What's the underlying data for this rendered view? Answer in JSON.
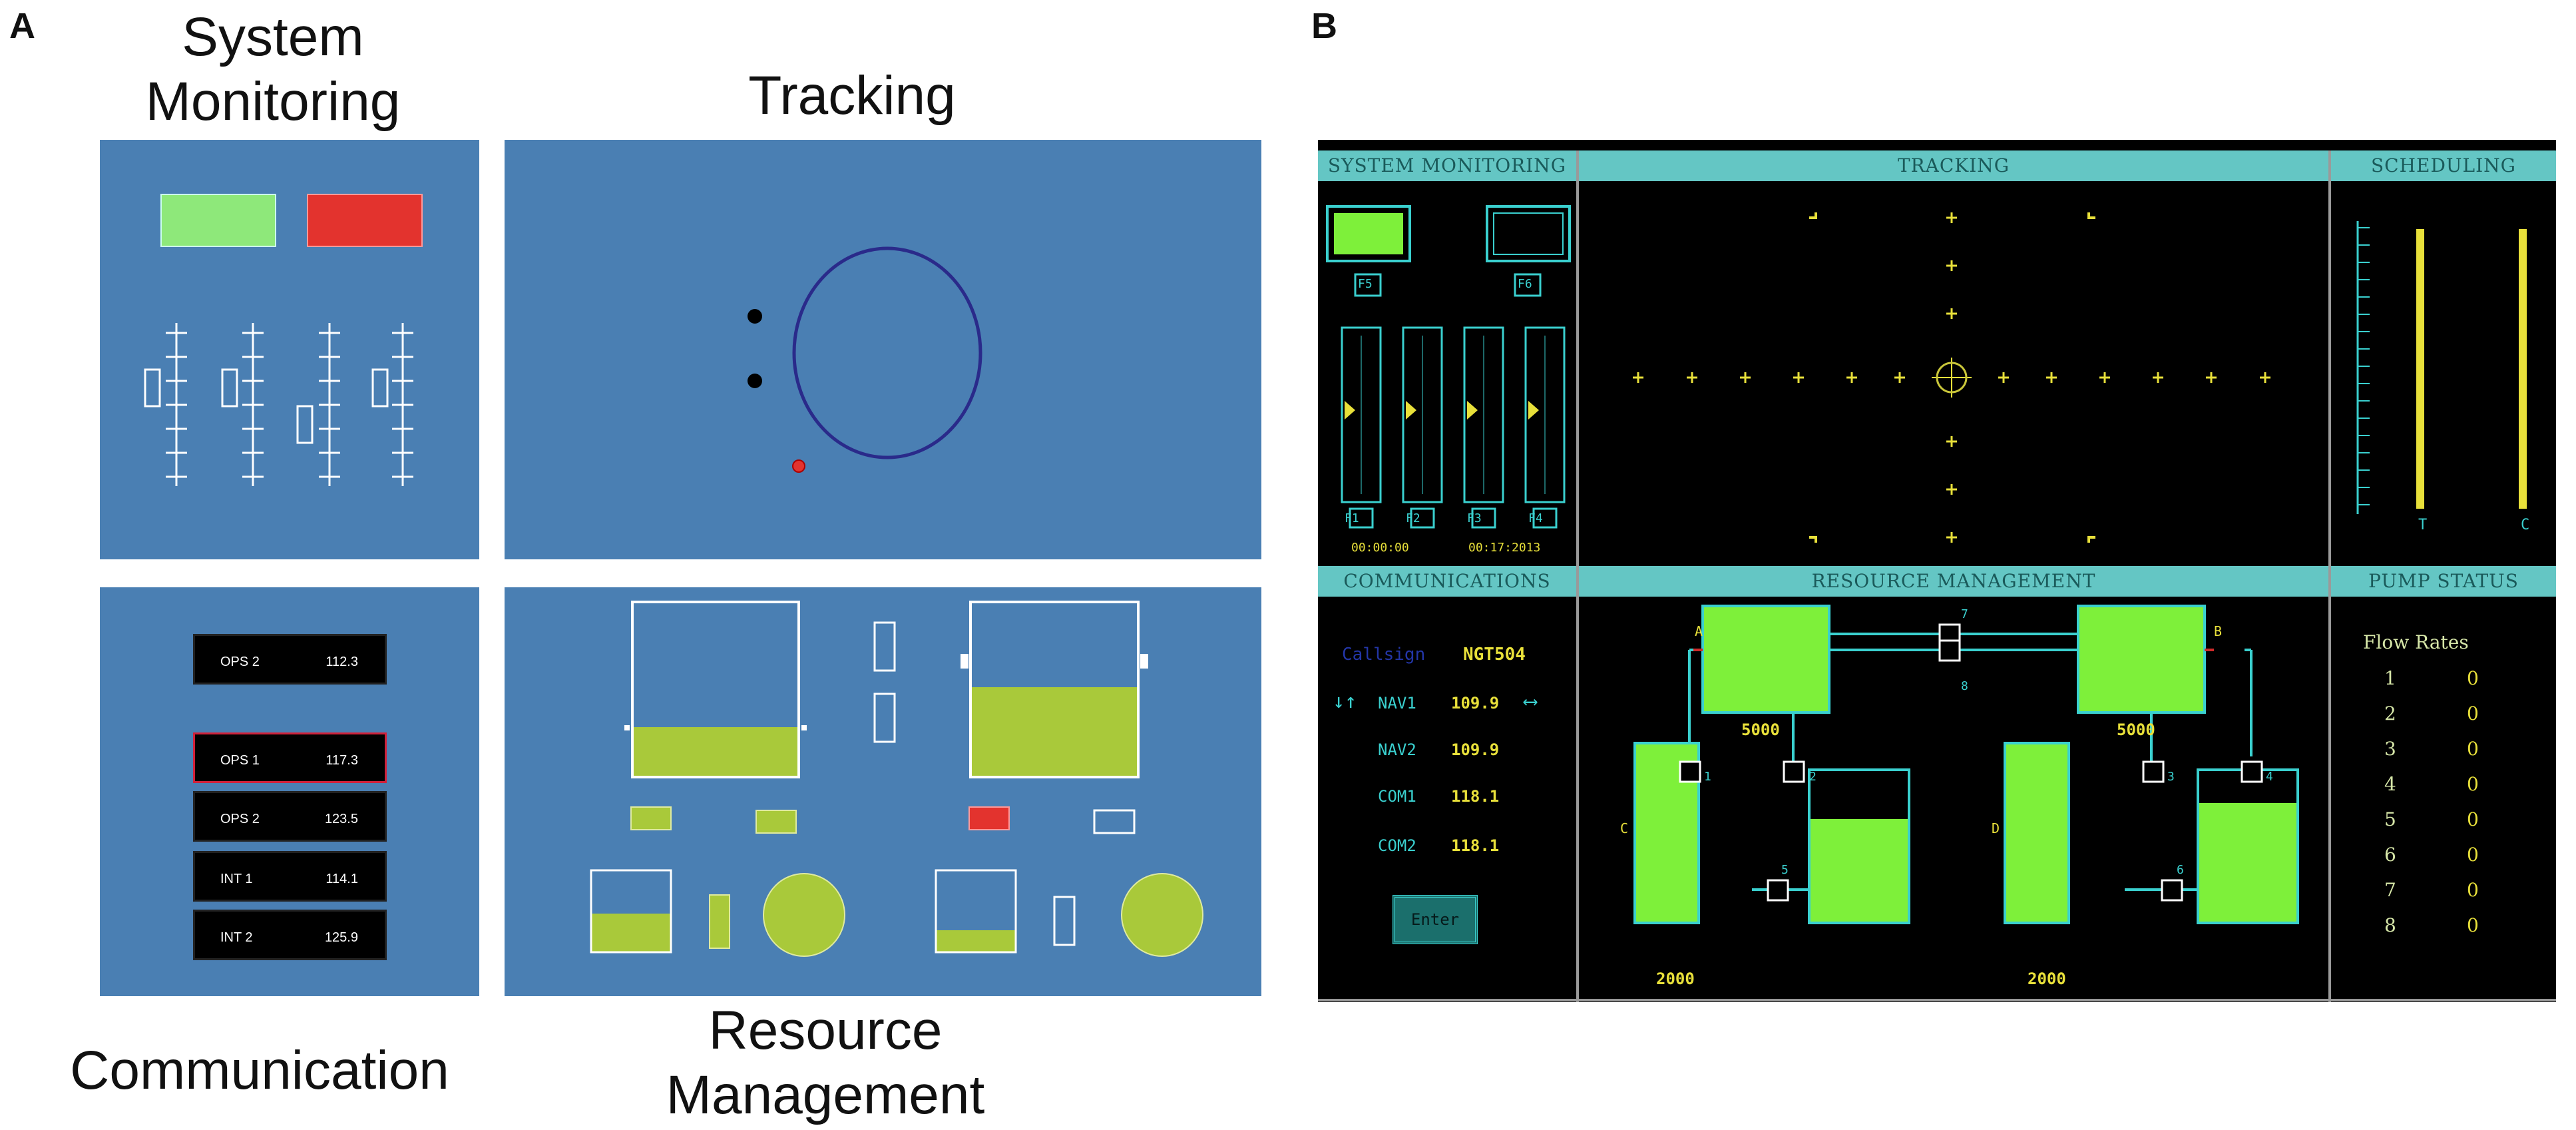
{
  "panel_a": {
    "letter": "A",
    "captions": {
      "system_monitoring": [
        "System",
        "Monitoring"
      ],
      "tracking": "Tracking",
      "communication": "Communication",
      "resource_management": [
        "Resource",
        "Management"
      ]
    },
    "radios": [
      {
        "label": "OPS 2",
        "freq": "112.3"
      },
      {
        "label": "OPS 1",
        "freq": "117.3"
      },
      {
        "label": "OPS 2",
        "freq": "123.5"
      },
      {
        "label": "INT 1",
        "freq": "114.1"
      },
      {
        "label": "INT 2",
        "freq": "125.9"
      }
    ]
  },
  "panel_b": {
    "letter": "B",
    "headers": {
      "system_monitoring": "SYSTEM MONITORING",
      "tracking": "TRACKING",
      "scheduling": "SCHEDULING",
      "communications": "COMMUNICATIONS",
      "resource_management": "RESOURCE MANAGEMENT",
      "pump_status": "PUMP STATUS"
    },
    "sysmon": {
      "light_labels": [
        "F5",
        "F6"
      ],
      "scale_labels": [
        "F1",
        "F2",
        "F3",
        "F4"
      ],
      "time_left": "00:00:00",
      "time_right": "00:17:2013"
    },
    "scheduling": {
      "bar_labels": [
        "T",
        "C"
      ]
    },
    "comms": {
      "callsign_label": "Callsign",
      "callsign_value": "NGT504",
      "rows": [
        {
          "name": "NAV1",
          "freq": "109.9"
        },
        {
          "name": "NAV2",
          "freq": "109.9"
        },
        {
          "name": "COM1",
          "freq": "118.1"
        },
        {
          "name": "COM2",
          "freq": "118.1"
        }
      ],
      "enter_label": "Enter"
    },
    "resman": {
      "tank_a": {
        "letter": "A",
        "value": "5000"
      },
      "tank_b": {
        "letter": "B",
        "value": "5000"
      },
      "tank_c": {
        "letter": "C",
        "value": "2000"
      },
      "tank_d": {
        "letter": "D",
        "value": "2000"
      },
      "pump_labels": [
        "7",
        "8",
        "1",
        "2",
        "3",
        "4",
        "5",
        "6"
      ]
    },
    "pump_status": {
      "title": "Flow Rates",
      "rows": [
        {
          "pump": "1",
          "rate": "0"
        },
        {
          "pump": "2",
          "rate": "0"
        },
        {
          "pump": "3",
          "rate": "0"
        },
        {
          "pump": "4",
          "rate": "0"
        },
        {
          "pump": "5",
          "rate": "0"
        },
        {
          "pump": "6",
          "rate": "0"
        },
        {
          "pump": "7",
          "rate": "0"
        },
        {
          "pump": "8",
          "rate": "0"
        }
      ]
    }
  }
}
